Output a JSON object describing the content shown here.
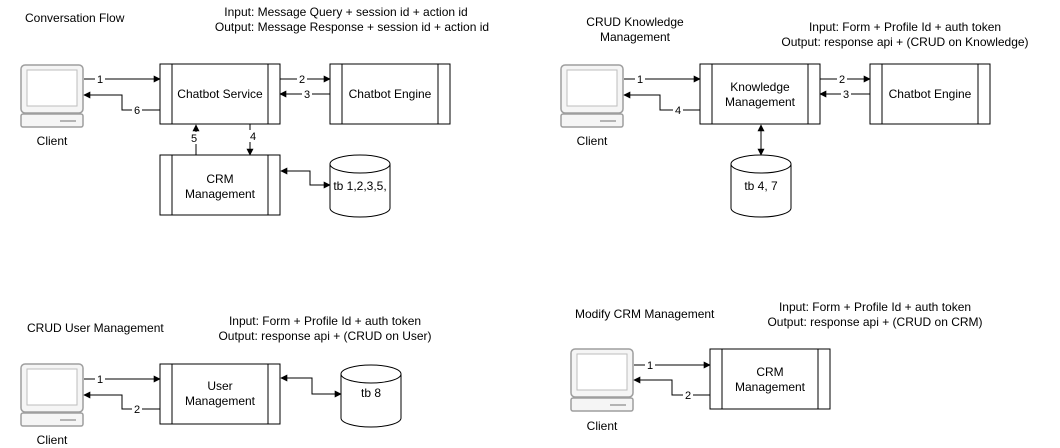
{
  "panels": [
    {
      "title_lines": [
        "Conversation Flow"
      ],
      "io": {
        "input": "Input: Message Query + session id + action id",
        "output": "Output: Message Response + session id + action id"
      },
      "client_label": "Client",
      "nodes": {
        "service": [
          "Chatbot Service"
        ],
        "engine": [
          "Chatbot Engine"
        ],
        "crm": [
          "CRM",
          "Management"
        ],
        "db": "tb 1,2,3,5,"
      },
      "edge_labels": [
        "1",
        "2",
        "3",
        "4",
        "5",
        "6"
      ]
    },
    {
      "title_lines": [
        "CRUD Knowledge",
        "Management"
      ],
      "io": {
        "input": "Input: Form + Profile Id + auth token",
        "output": "Output: response api + (CRUD on Knowledge)"
      },
      "client_label": "Client",
      "nodes": {
        "knowledge": [
          "Knowledge",
          "Management"
        ],
        "engine": [
          "Chatbot Engine"
        ],
        "db": "tb 4, 7"
      },
      "edge_labels": [
        "1",
        "2",
        "3",
        "4"
      ]
    },
    {
      "title_lines": [
        "CRUD User Management"
      ],
      "io": {
        "input": "Input: Form + Profile Id + auth token",
        "output": "Output: response api + (CRUD on User)"
      },
      "client_label": "Client",
      "nodes": {
        "user": [
          "User",
          "Management"
        ],
        "db": "tb 8"
      },
      "edge_labels": [
        "1",
        "2"
      ]
    },
    {
      "title_lines": [
        "Modify CRM Management"
      ],
      "io": {
        "input": "Input: Form + Profile Id + auth token",
        "output": "Output: response api + (CRUD on CRM)"
      },
      "client_label": "Client",
      "nodes": {
        "crm": [
          "CRM",
          "Management"
        ]
      },
      "edge_labels": [
        "1",
        "2"
      ]
    }
  ]
}
